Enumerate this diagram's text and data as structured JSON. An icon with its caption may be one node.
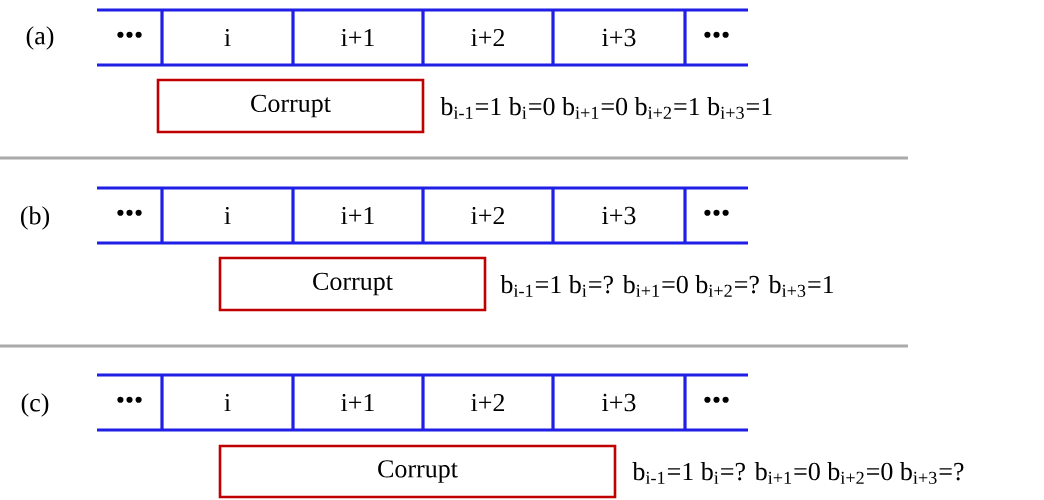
{
  "diagram": {
    "nodes": [
      {
        "text": [
          "•••"
        ]
      },
      {
        "text": [
          "i"
        ]
      },
      {
        "text": [
          "i+1"
        ]
      },
      {
        "text": [
          "i+2"
        ]
      },
      {
        "text": [
          "i+3"
        ]
      },
      {
        "text": [
          "•••"
        ]
      },
      {
        "text": [
          "Corrupt"
        ]
      },
      {
        "text": [
          "•••"
        ]
      },
      {
        "text": [
          "i"
        ]
      },
      {
        "text": [
          "i+1"
        ]
      },
      {
        "text": [
          "i+2"
        ]
      },
      {
        "text": [
          "i+3"
        ]
      },
      {
        "text": [
          "•••"
        ]
      },
      {
        "text": [
          "Corrupt"
        ]
      },
      {
        "text": [
          "•••"
        ]
      },
      {
        "text": [
          "i"
        ]
      },
      {
        "text": [
          "i+1"
        ]
      },
      {
        "text": [
          "i+2"
        ]
      },
      {
        "text": [
          "i+3"
        ]
      },
      {
        "text": [
          "•••"
        ]
      },
      {
        "text": [
          "Corrupt"
        ]
      }
    ],
    "edges": [],
    "labels": [
      "(a)",
      "b$_{i-1}$=1  b$_{i}$=0  b$_{i+1}$=0 b$_{i+2}$=1 b$_{i+3}$=1",
      "(b)",
      "b$_{i-1}$=1  b$_{i}$=?  b$_{i+1}$=0  b$_{i+2}$=? b$_{i+3}$=1",
      "(c)",
      "b$_{i-1}$=1  b$_{i}$=?  b$_{i+1}$=0  b$_{i+2}$=0 b$_{i+3}$=?"
    ]
  }
}
